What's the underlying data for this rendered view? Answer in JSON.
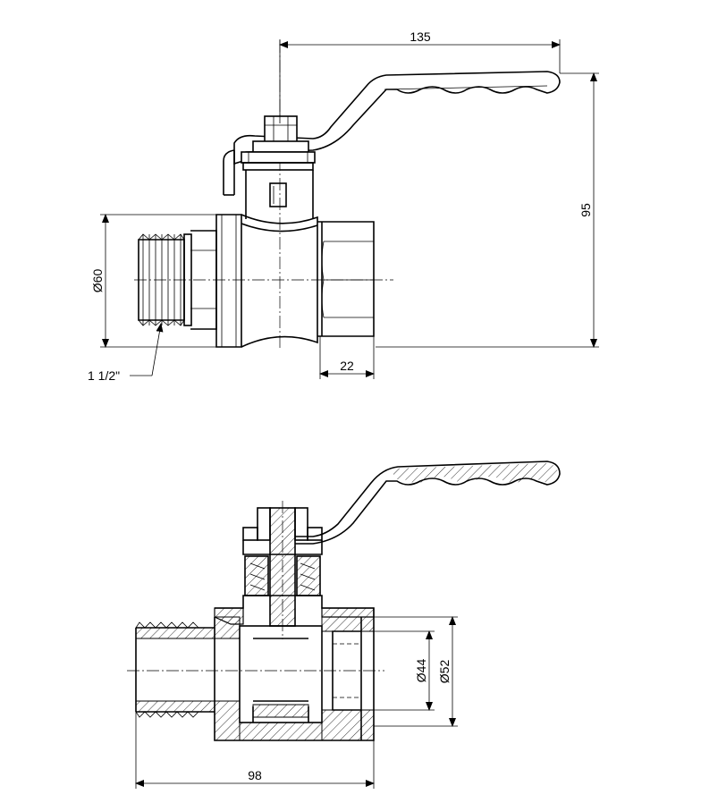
{
  "dimensions": {
    "handle_length": "135",
    "overall_height": "95",
    "outer_diameter": "Ø60",
    "thread_size": "1 1/2\"",
    "female_thread_depth": "22",
    "inner_diameter": "Ø44",
    "socket_diameter": "Ø52",
    "overall_length": "98"
  }
}
